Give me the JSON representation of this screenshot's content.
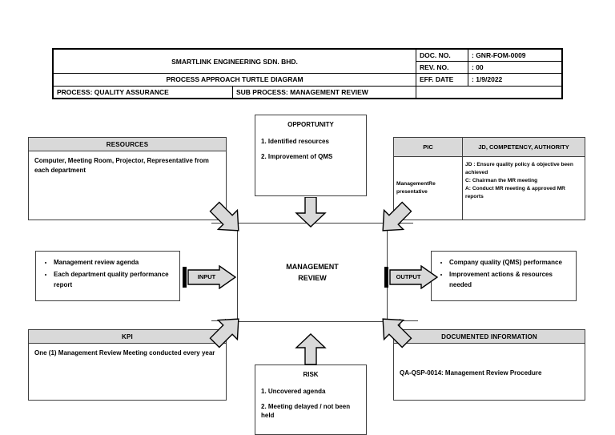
{
  "header": {
    "company": "SMARTLINK ENGINEERING SDN. BHD.",
    "doc_title": "PROCESS APPROACH TURTLE DIAGRAM",
    "process": "PROCESS: QUALITY ASSURANCE",
    "sub_process": "SUB PROCESS: MANAGEMENT REVIEW",
    "doc_no_label": "DOC. NO.",
    "doc_no_value": ": GNR-FOM-0009",
    "rev_no_label": "REV. NO.",
    "rev_no_value": ": 00",
    "eff_date_label": "EFF. DATE",
    "eff_date_value": ": 1/9/2022",
    "blank": ""
  },
  "resources": {
    "title": "RESOURCES",
    "text": "Computer, Meeting Room, Projector, Representative from each department"
  },
  "opportunity": {
    "title": "OPPORTUNITY",
    "items": [
      "1. Identified resources",
      "2. Improvement of QMS"
    ]
  },
  "pic": {
    "col_pic": "PIC",
    "col_jd": "JD, COMPETENCY, AUTHORITY",
    "pic_value": "ManagementRe presentative",
    "jd_lines": [
      "JD : Ensure quality policy & objective been achieved",
      "C: Chairman the MR meeting",
      "A: Conduct MR meeting & approved MR reports"
    ]
  },
  "input": {
    "label": "INPUT",
    "items": [
      "Management review agenda",
      "Each department quality performance report"
    ]
  },
  "center": {
    "line1": "MANAGEMENT",
    "line2": "REVIEW"
  },
  "output": {
    "label": "OUTPUT",
    "items": [
      "Company quality (QMS) performance",
      "Improvement actions & resources needed"
    ]
  },
  "kpi": {
    "title": "KPI",
    "text": "One (1) Management Review Meeting conducted every year"
  },
  "risk": {
    "title": "RISK",
    "items": [
      "1. Uncovered agenda",
      "2. Meeting delayed / not been held"
    ]
  },
  "documented_information": {
    "title": "DOCUMENTED INFORMATION",
    "text": "QA-QSP-0014: Management Review Procedure"
  },
  "colors": {
    "header_fill": "#d9d9d9",
    "arrow_fill": "#d9d9d9",
    "stroke": "#3f3f3f",
    "text": "#000000"
  }
}
